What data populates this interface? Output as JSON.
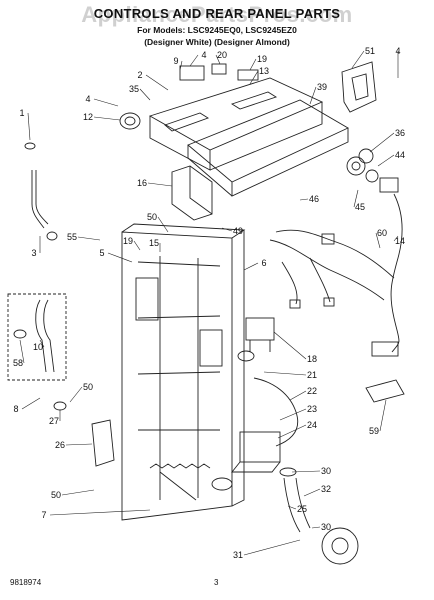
{
  "header": {
    "watermark": "AppliancePartsPros.com",
    "title": "CONTROLS AND REAR PANEL PARTS",
    "models": "For Models: LSC9245EQ0, LSC9245EZ0",
    "designer": "(Designer White) (Designer Almond)"
  },
  "callouts": [
    "51",
    "4",
    "4",
    "9",
    "20",
    "19",
    "2",
    "13",
    "35",
    "39",
    "4",
    "12",
    "36",
    "1",
    "44",
    "16",
    "45",
    "46",
    "3",
    "49",
    "50",
    "14",
    "60",
    "55",
    "19",
    "15",
    "5",
    "6",
    "10",
    "58",
    "18",
    "21",
    "22",
    "8",
    "50",
    "27",
    "23",
    "24",
    "59",
    "26",
    "30",
    "50",
    "32",
    "25",
    "7",
    "30",
    "31"
  ],
  "footer": {
    "code": "9818974",
    "page": "3"
  }
}
